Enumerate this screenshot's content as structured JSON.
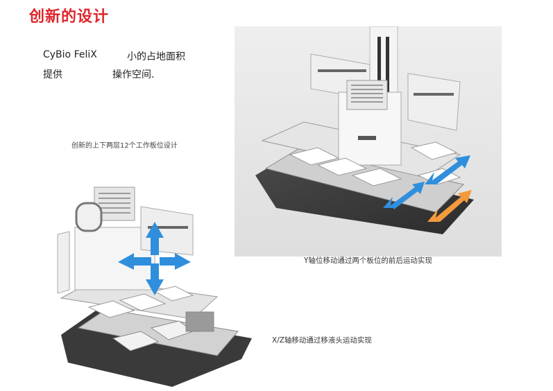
{
  "title": "创新的设计",
  "intro": {
    "line1_left": "CyBio FeliX",
    "line1_right": "小的占地面积",
    "line2_left": "提供",
    "line2_right": "操作空间."
  },
  "captions": {
    "deck_layers": "创新的上下两层12个工作板位设计",
    "y_axis": "Y轴位移动通过两个板位的前后运动实现",
    "xz_axis": "X/Z轴移动通过移液头运动实现"
  },
  "device_label": "CyBio FeliX",
  "colors": {
    "title_red": "#e0262b",
    "arrow_blue": "#2f8fdc",
    "arrow_orange": "#f39a3c"
  }
}
